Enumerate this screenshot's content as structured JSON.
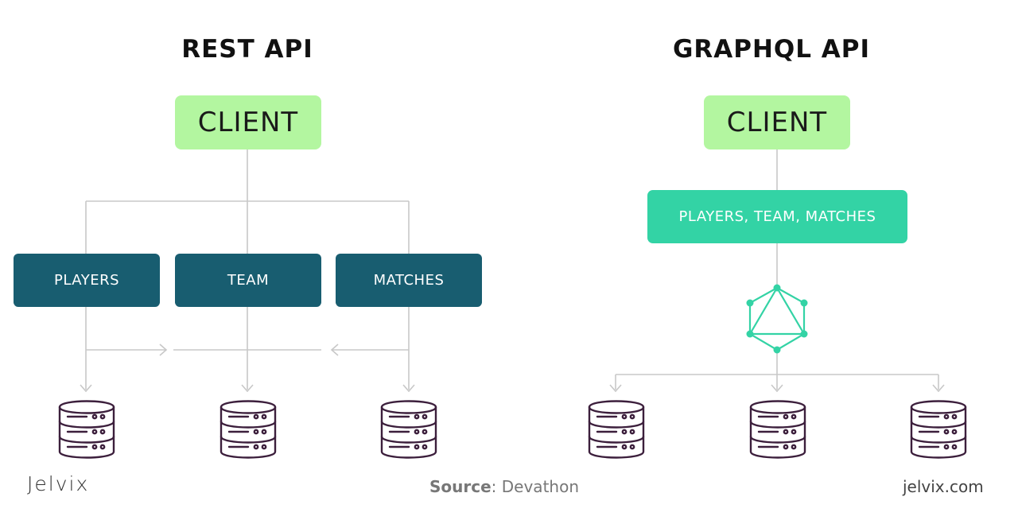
{
  "rest": {
    "title": "REST API",
    "client": "CLIENT",
    "endpoints": [
      "PLAYERS",
      "TEAM",
      "MATCHES"
    ]
  },
  "graphql": {
    "title": "GRAPHQL API",
    "client": "CLIENT",
    "combined": "PLAYERS, TEAM, MATCHES"
  },
  "footer": {
    "logo": "Jelvix",
    "source_label": "Source",
    "source_value": ": Devathon",
    "site": "jelvix.com"
  },
  "icons": [
    "database-icon",
    "graphql-logo-icon",
    "arrow-icon"
  ],
  "colors": {
    "client": "#b3f6a0",
    "endpoint": "#185d70",
    "combined": "#33d3a5",
    "graphql": "#33d3a5",
    "line": "#c8c8c8",
    "database": "#3c1f3c"
  }
}
